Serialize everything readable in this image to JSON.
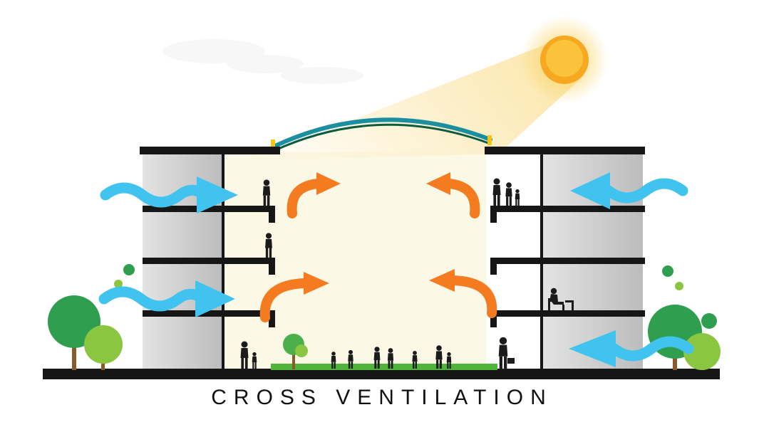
{
  "diagram": {
    "title": "CROSS VENTILATION",
    "type": "architectural-section-ventilation-diagram",
    "scene_elements": {
      "sun": "sun-with-glow",
      "sunbeam": "diagonal-light-beam",
      "roof": "curved-atrium-roof",
      "left_building": "left-building-section-4-floors",
      "right_building": "right-building-section-4-floors",
      "blue_arrows": "incoming-cross-ventilation-wind-arrows",
      "orange_arrows": "rising-warm-air-convection-arrows",
      "trees": "trees-both-sides",
      "people": "human-silhouettes-on-floors-and-ground",
      "ground": "ground-slab-with-central-grass-strip"
    }
  },
  "colors": {
    "sun_core": "#f6a821",
    "sun_inner": "#fbc33c",
    "sun_glow": "#fcd56b",
    "beam_yellow": "#f7ce5a",
    "atrium_wash": "#faf2d2",
    "wind_arrow_blue": "#41c3f0",
    "convection_orange": "#f47b20",
    "tree_dark_green": "#2f9e4f",
    "tree_light_green": "#8ac640",
    "tree_mid_green": "#4cb04a",
    "trunk_brown": "#8a5a2b",
    "grass_green": "#4fb53a",
    "wall_light": "#e3e3e3",
    "wall_dark": "#bcbcbc",
    "slab_black": "#161616",
    "roof_teal": "#1b8fa0",
    "roof_dark_green": "#0b5c3f",
    "roof_post_yellow": "#f5c518",
    "figure_black": "#1b1b1b",
    "cloud_gray": "#f1f1f1",
    "title_color": "#111111"
  }
}
